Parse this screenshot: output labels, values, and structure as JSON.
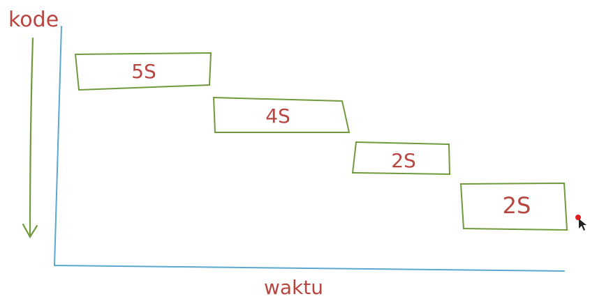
{
  "labels": {
    "y_axis": "kode",
    "x_axis": "waktu"
  },
  "blocks": [
    {
      "label": "5S"
    },
    {
      "label": "4S"
    },
    {
      "label": "2S"
    },
    {
      "label": "2S"
    }
  ],
  "colors": {
    "axis": "#5aa8cf",
    "box": "#6f9a3c",
    "arrow": "#6f9a3c",
    "text": "#b8453f",
    "cursor_dot": "#e02020"
  }
}
